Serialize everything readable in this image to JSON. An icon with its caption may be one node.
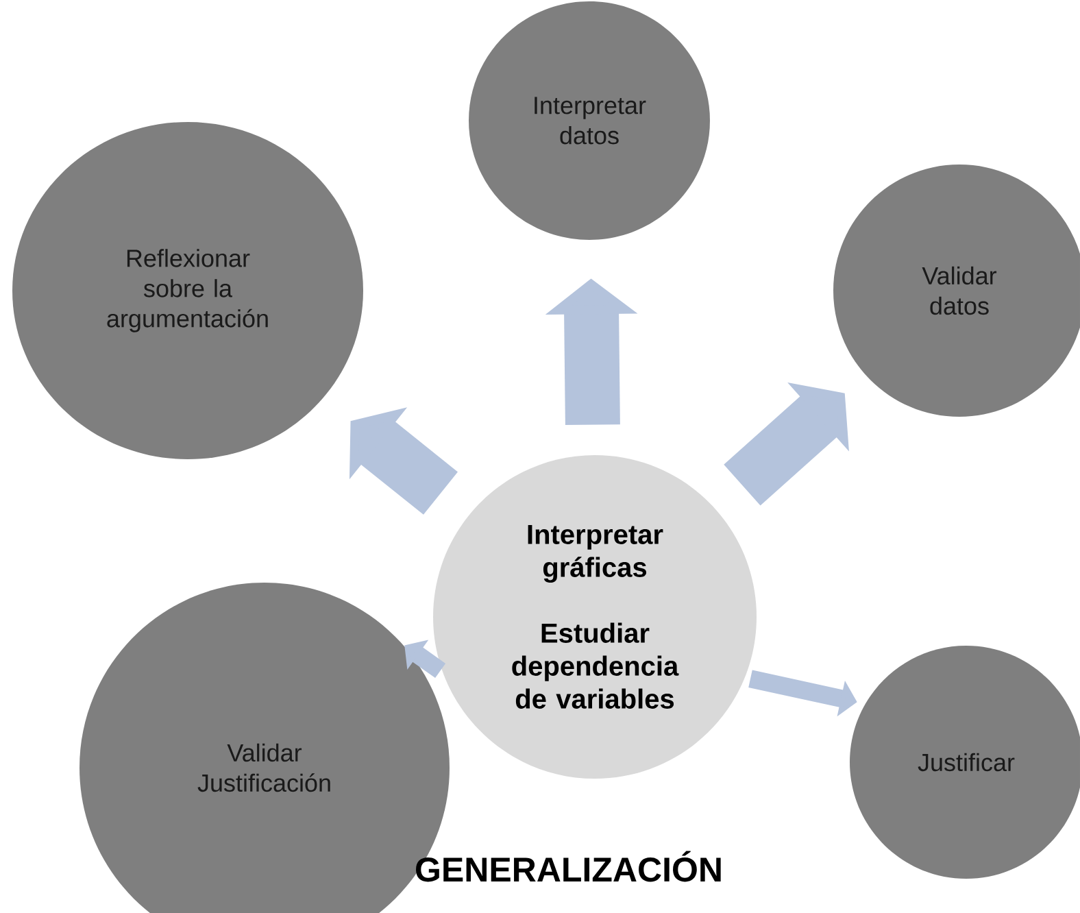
{
  "diagram": {
    "nodes": [
      {
        "text": [
          "Interpretar datos"
        ]
      },
      {
        "text": [
          "Reflexionar sobre la argumentación"
        ]
      },
      {
        "text": [
          "Validar datos"
        ]
      },
      {
        "text": [
          "Interpretar gráficas",
          "Estudiar dependencia de variables"
        ]
      },
      {
        "text": [
          "Validar Justificación"
        ]
      },
      {
        "text": [
          "Justificar"
        ]
      }
    ],
    "edges": [
      {
        "from": 3,
        "to": 0,
        "arrow": "to"
      },
      {
        "from": 3,
        "to": 1,
        "arrow": "to"
      },
      {
        "from": 3,
        "to": 2,
        "arrow": "to"
      },
      {
        "from": 3,
        "to": 4,
        "arrow": "to"
      },
      {
        "from": 3,
        "to": 5,
        "arrow": "to"
      }
    ],
    "labels": [
      "GENERALIZACIÓN"
    ]
  }
}
